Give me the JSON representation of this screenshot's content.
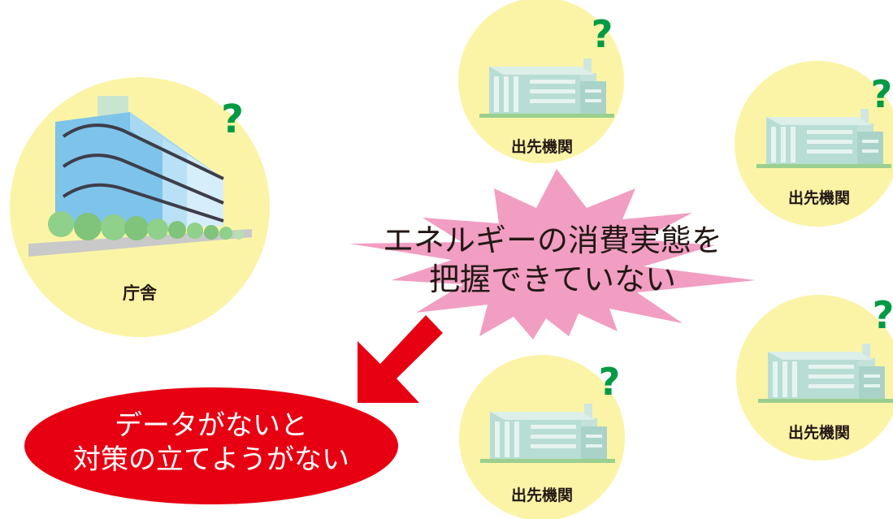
{
  "main_office": {
    "label": "庁舎",
    "question": "?"
  },
  "branches": [
    {
      "label": "出先機関",
      "question": "?"
    },
    {
      "label": "出先機関",
      "question": "?"
    },
    {
      "label": "出先機関",
      "question": "?"
    },
    {
      "label": "出先機関",
      "question": "?"
    }
  ],
  "burst": {
    "line1": "エネルギーの消費実態を",
    "line2": "把握できていない"
  },
  "conclusion": {
    "line1": "データがないと",
    "line2": "対策の立てようがない"
  },
  "colors": {
    "circle": "#fbf4a6",
    "burst": "#f19ec2",
    "oval": "#e60012",
    "arrow": "#e60012",
    "question": "#009a44",
    "building": "#b8ddd4",
    "blue_building": "#7ec3ea",
    "tree": "#8fd08a"
  }
}
